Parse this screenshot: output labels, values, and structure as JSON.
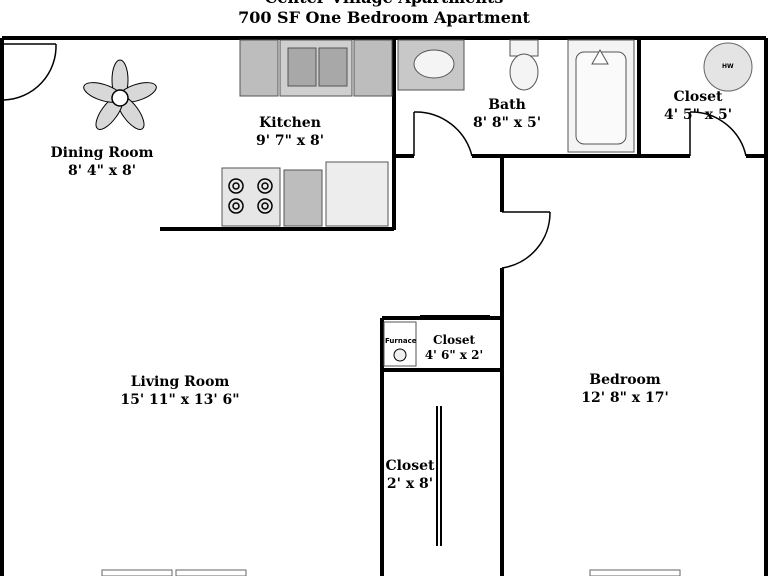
{
  "header": {
    "line1": "Center Village Apartments",
    "line2": "700 SF One Bedroom Apartment"
  },
  "rooms": {
    "dining": {
      "name": "Dining Room",
      "size": "8' 4\" x 8'"
    },
    "kitchen": {
      "name": "Kitchen",
      "size": "9' 7\" x 8'"
    },
    "bath": {
      "name": "Bath",
      "size": "8' 8\" x 5'"
    },
    "closet_bath": {
      "name": "Closet",
      "size": "4' 5\" x 5'"
    },
    "living": {
      "name": "Living Room",
      "size": "15' 11\" x 13' 6\""
    },
    "closet_mid": {
      "name": "Closet",
      "size": "4' 6\" x 2'"
    },
    "closet_hall": {
      "name": "Closet",
      "size": "2' x 8'"
    },
    "bedroom": {
      "name": "Bedroom",
      "size": "12' 8\" x 17'"
    }
  },
  "fixtures": {
    "furnace_label": "Furnace",
    "water_heater_label": "HW"
  }
}
